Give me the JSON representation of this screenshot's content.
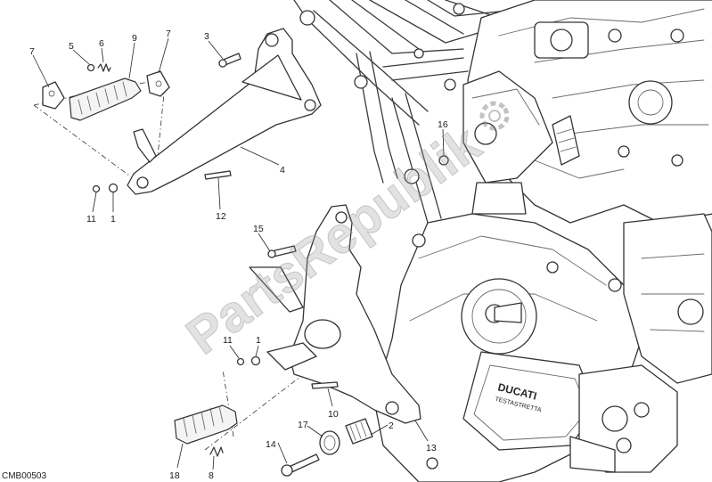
{
  "diagram_code": "CMB00503",
  "watermark": "PartsRepublik",
  "engine_brand": "DUCATI",
  "engine_subtitle": "TESTASTRETTA",
  "callouts": [
    {
      "id": "c7a",
      "label": "7"
    },
    {
      "id": "c5",
      "label": "5"
    },
    {
      "id": "c6",
      "label": "6"
    },
    {
      "id": "c9",
      "label": "9"
    },
    {
      "id": "c7b",
      "label": "7"
    },
    {
      "id": "c3",
      "label": "3"
    },
    {
      "id": "c16",
      "label": "16"
    },
    {
      "id": "c4",
      "label": "4"
    },
    {
      "id": "c11a",
      "label": "11"
    },
    {
      "id": "c1a",
      "label": "1"
    },
    {
      "id": "c12",
      "label": "12"
    },
    {
      "id": "c15",
      "label": "15"
    },
    {
      "id": "c11b",
      "label": "11"
    },
    {
      "id": "c1b",
      "label": "1"
    },
    {
      "id": "c10",
      "label": "10"
    },
    {
      "id": "c17",
      "label": "17"
    },
    {
      "id": "c14",
      "label": "14"
    },
    {
      "id": "c8",
      "label": "8"
    },
    {
      "id": "c18",
      "label": "18"
    },
    {
      "id": "c2",
      "label": "2"
    },
    {
      "id": "c13",
      "label": "13"
    }
  ]
}
